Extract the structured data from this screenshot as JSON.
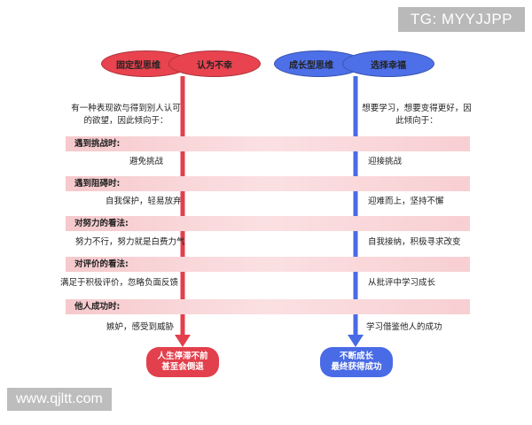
{
  "left": {
    "oval_main": "固定型思维",
    "oval_sub": "认为不幸",
    "intro_line1": "有一种表现欲与得到别人认可",
    "intro_line2": "的欲望，因此倾向于：",
    "responses": [
      "避免挑战",
      "自我保护，轻易放弃",
      "努力不行，努力就是白费力气",
      "满足于积极评价，忽略负面反馈",
      "嫉妒，感受到威胁"
    ],
    "end_line1": "人生停滞不前",
    "end_line2": "甚至会倒退",
    "color": "#e8434f"
  },
  "right": {
    "oval_main": "成长型思维",
    "oval_sub": "选择幸福",
    "intro_line1": "想要学习，想要变得更好，因",
    "intro_line2": "此倾向于：",
    "responses": [
      "迎接挑战",
      "迎难而上，坚持不懈",
      "自我接纳，积极寻求改变",
      "从批评中学习成长",
      "学习借鉴他人的成功"
    ],
    "end_line1": "不断成长",
    "end_line2": "最终获得成功",
    "color": "#4d6fe8"
  },
  "rows": [
    "遇到挑战时:",
    "遇到阻碍时:",
    "对努力的看法:",
    "对评价的看法:",
    "他人成功时:"
  ],
  "watermarks": {
    "top": "TG: MYYJJPP",
    "bottom": "www.qjltt.com"
  }
}
